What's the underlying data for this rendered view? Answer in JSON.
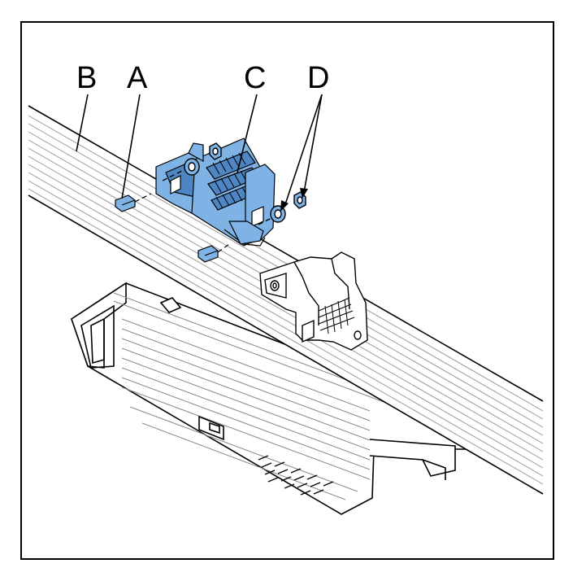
{
  "callouts": {
    "a": "A",
    "b": "B",
    "c": "C",
    "d": "D"
  },
  "colors": {
    "frame": "#000000",
    "part_blue": "#7fb2e5",
    "part_blue_dark": "#4d86c2",
    "line": "#000000",
    "rail_lines": "#9a9a9a",
    "housing_lines": "#8c8c8c"
  },
  "icons": [
    "frame",
    "din-rail",
    "terminal-block-assembly",
    "mounting-pins",
    "nuts-and-washers",
    "cable-duct-housing",
    "second-terminal-block"
  ]
}
